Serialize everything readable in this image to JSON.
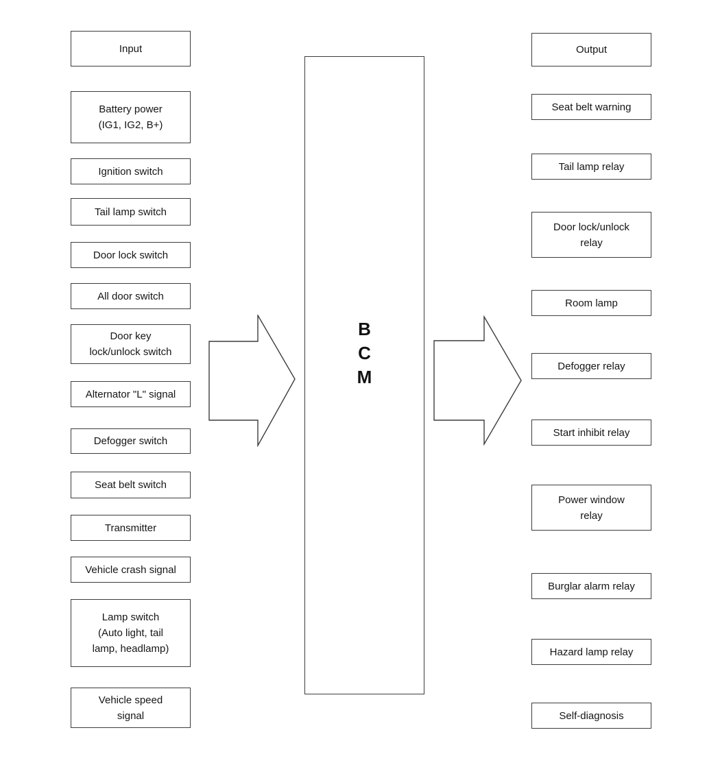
{
  "bcm": {
    "label": "B\nC\nM"
  },
  "inputs": {
    "header": "Input",
    "items": [
      "Battery power\n(IG1, IG2, B+)",
      "Ignition switch",
      "Tail lamp switch",
      "Door lock switch",
      "All door switch",
      "Door key\nlock/unlock switch",
      "Alternator \"L\" signal",
      "Defogger switch",
      "Seat belt switch",
      "Transmitter",
      "Vehicle crash signal",
      "Lamp switch\n(Auto light, tail\nlamp, headlamp)",
      "Vehicle speed\nsignal"
    ]
  },
  "outputs": {
    "header": "Output",
    "items": [
      "Seat belt warning",
      "Tail lamp relay",
      "Door lock/unlock\nrelay",
      "Room lamp",
      "Defogger relay",
      "Start inhibit relay",
      "Power window\nrelay",
      "Burglar alarm relay",
      "Hazard lamp relay",
      "Self-diagnosis"
    ]
  },
  "colors": {
    "border": "#3c3c3c",
    "text": "#151515",
    "background": "#ffffff"
  }
}
